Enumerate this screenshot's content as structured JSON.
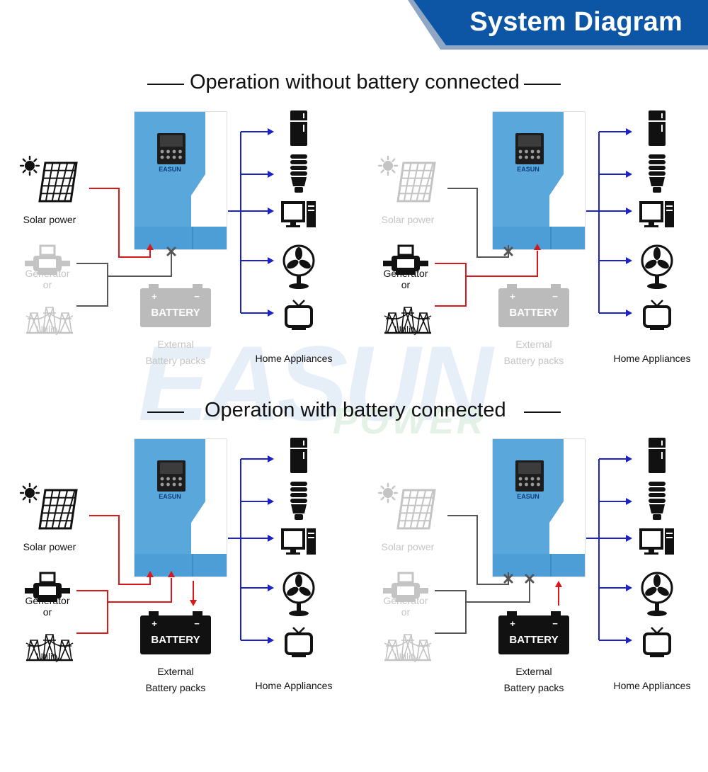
{
  "header": {
    "title": "System Diagram",
    "band_color": "#0d56a6"
  },
  "sections": [
    {
      "heading": "Operation without battery connected"
    },
    {
      "heading": "Operation with battery connected"
    }
  ],
  "brand": {
    "logo_text": "EASUN",
    "watermark_line1": "EASUN",
    "watermark_line2": "POWER"
  },
  "labels": {
    "solar": "Solar power",
    "generator": "Generator",
    "or": "or",
    "utility": "Utility",
    "battery": "BATTERY",
    "external_line1": "External",
    "external_line2": "Battery packs",
    "home": "Home Appliances"
  },
  "colors": {
    "active_flow": "#d7191c",
    "inactive_flow": "#555555",
    "output_flow": "#1a22c8",
    "inverter_blue": "#5aa7dc",
    "dim": "#c4c4c4"
  },
  "appliances": [
    "fridge-icon",
    "bulb-icon",
    "computer-icon",
    "fan-icon",
    "tv-icon"
  ],
  "panels": [
    {
      "id": "no-battery-solar",
      "solar_active": true,
      "grid_active": false,
      "battery_connected": false,
      "battery_flow": "none"
    },
    {
      "id": "no-battery-grid",
      "solar_active": false,
      "grid_active": true,
      "battery_connected": false,
      "battery_flow": "none"
    },
    {
      "id": "battery-solar-grid-charging",
      "solar_active": true,
      "grid_active": true,
      "battery_connected": true,
      "battery_flow": "charge"
    },
    {
      "id": "battery-discharging",
      "solar_active": false,
      "grid_active": false,
      "battery_connected": true,
      "battery_flow": "discharge"
    }
  ]
}
